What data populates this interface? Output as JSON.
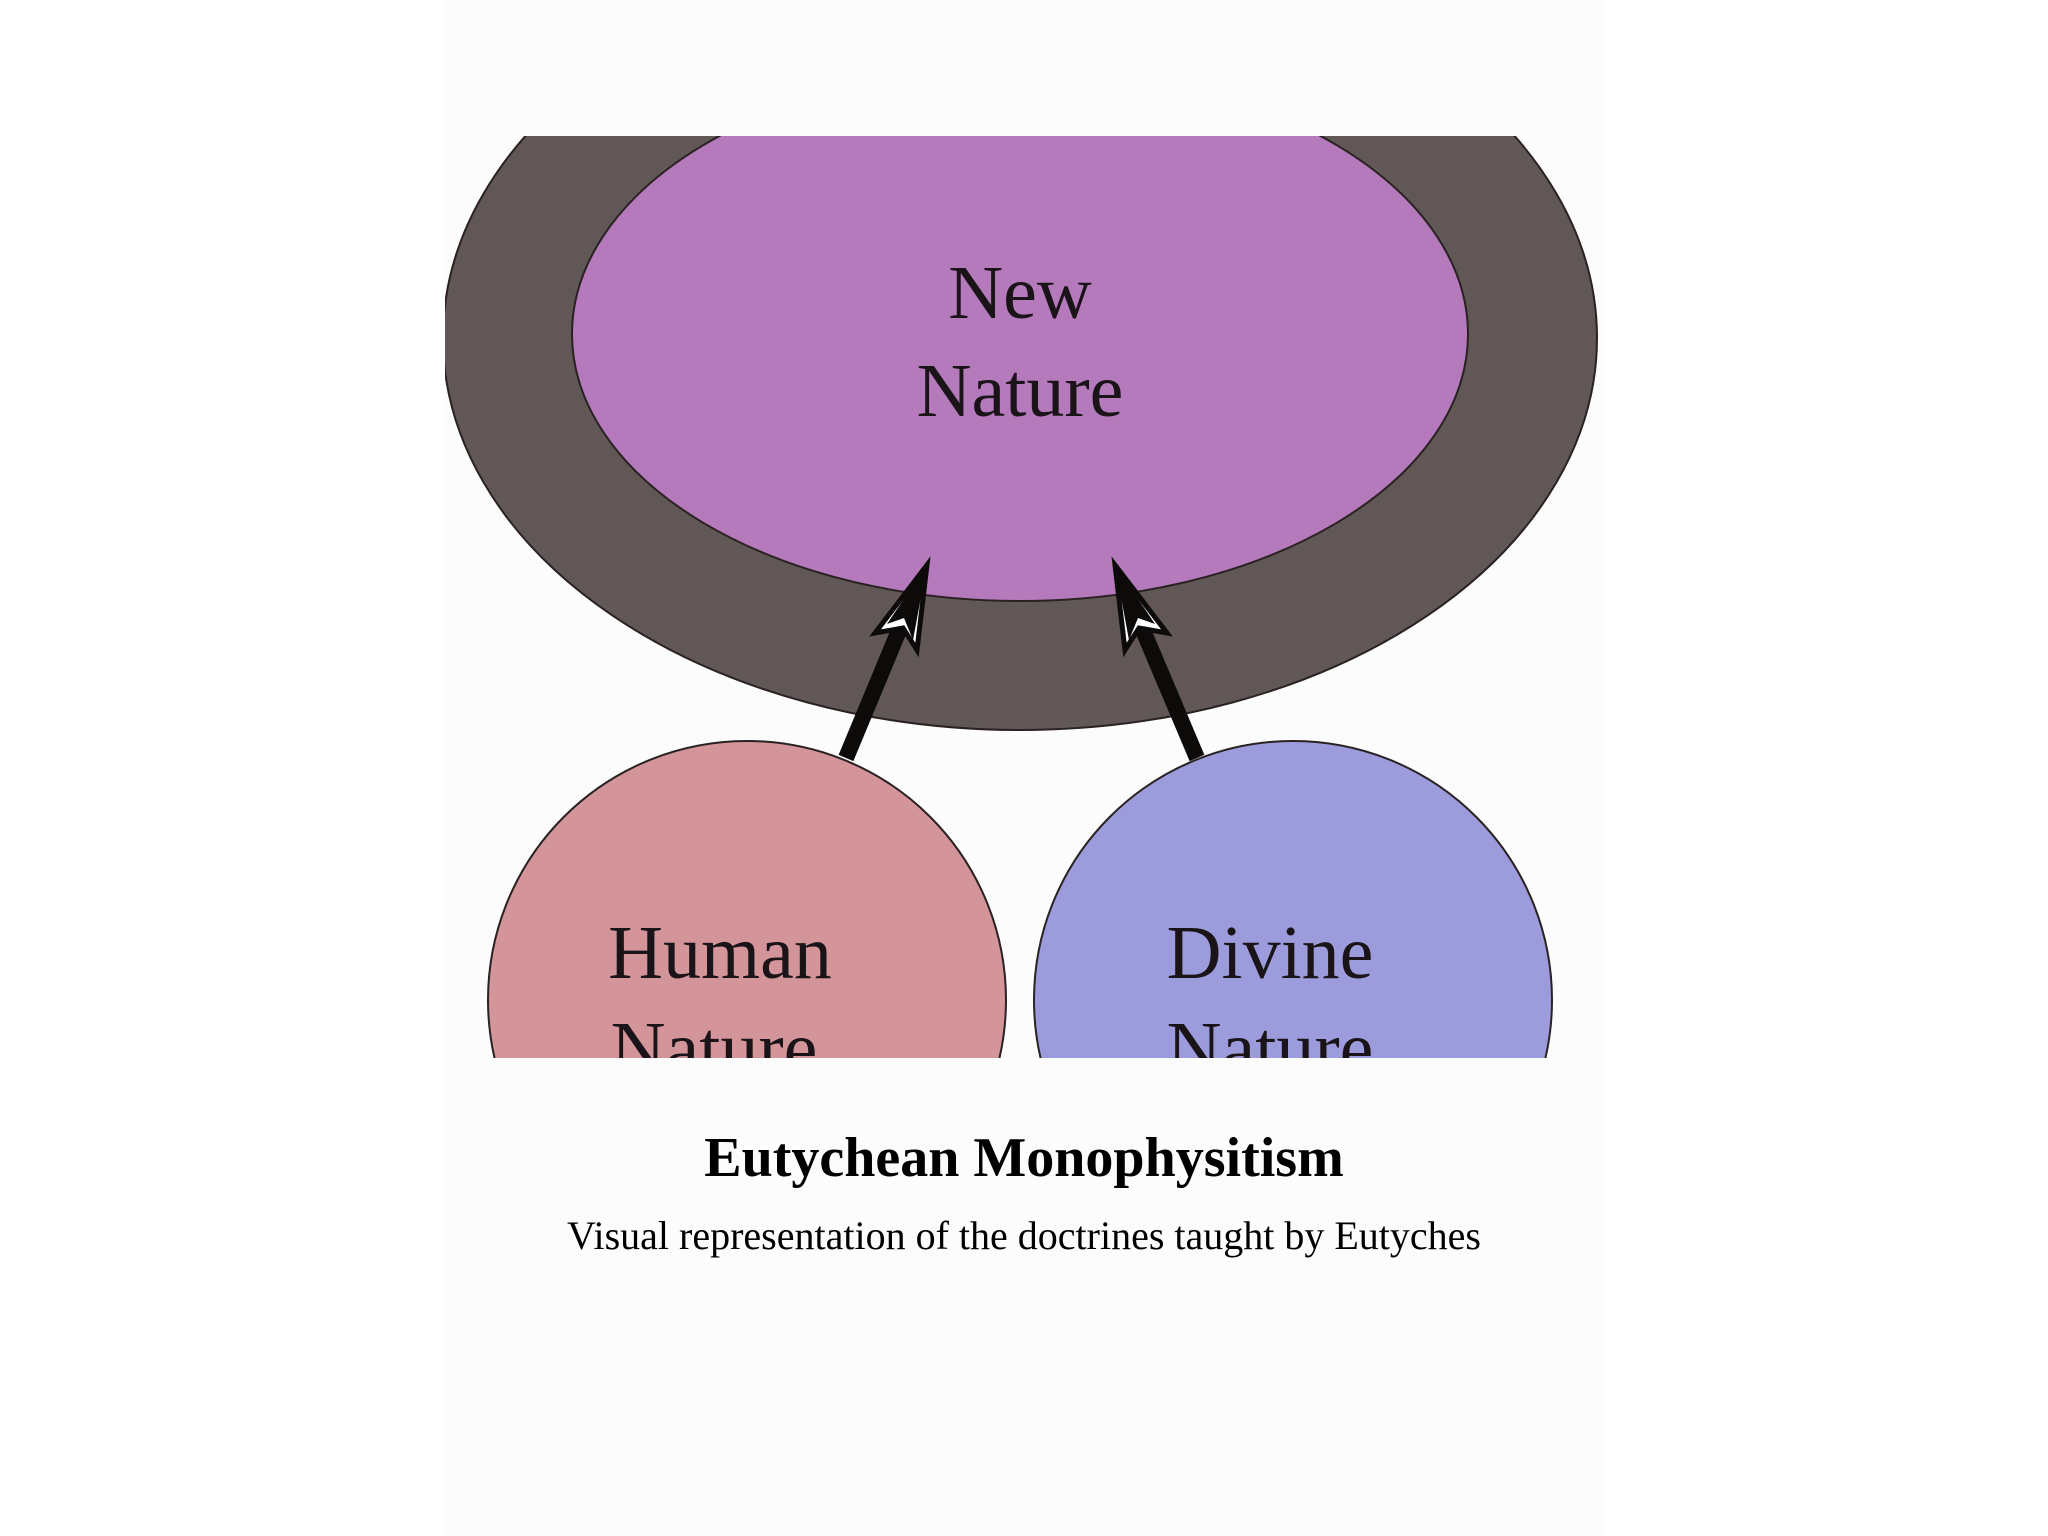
{
  "diagram": {
    "nodes": {
      "new_nature": {
        "line1": "New",
        "line2": "Nature",
        "fill": "#b47abc",
        "ring_fill": "#615757"
      },
      "human_nature": {
        "line1": "Human",
        "line2": "Nature",
        "fill": "#d3949a"
      },
      "divine_nature": {
        "line1": "Divine",
        "line2": "Nature",
        "fill": "#9c9cdc"
      }
    },
    "edges": [
      {
        "from": "human_nature",
        "to": "new_nature"
      },
      {
        "from": "divine_nature",
        "to": "new_nature"
      }
    ]
  },
  "caption": {
    "title": "Eutychean Monophysitism",
    "subtitle": "Visual representation of the doctrines taught by Eutyches"
  }
}
